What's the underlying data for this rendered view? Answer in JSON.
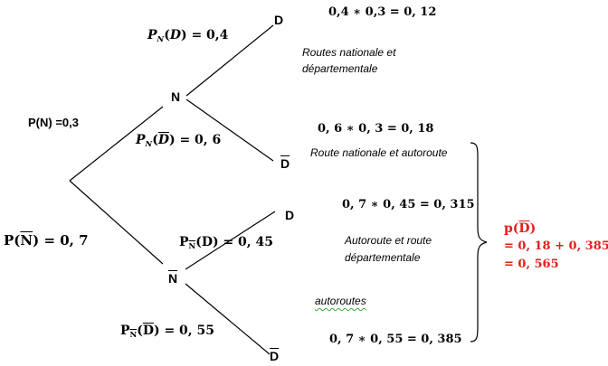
{
  "nodes": {
    "n": "N",
    "nbar": "N",
    "d_top": "D",
    "dbar_upper": "D",
    "d_lower": "D",
    "dbar_bottom": "D"
  },
  "branches": {
    "p_n": "P(N) =0,3",
    "p_nbar": {
      "lhs": "P(N)",
      "rhs": "= 0, 7",
      "event": "N"
    },
    "pn_d": {
      "p": "P",
      "sub": "N",
      "event": "D",
      "rhs": "= 0,4"
    },
    "pn_dbar": {
      "p": "P",
      "sub": "N",
      "event": "D",
      "rhs": "= 0, 6"
    },
    "pnbar_d": {
      "p": "P",
      "sub": "N",
      "event": "D",
      "rhs": "= 0, 45"
    },
    "pnbar_dbar": {
      "p": "P",
      "sub": "N",
      "event": "D",
      "rhs": "= 0, 55"
    }
  },
  "products": {
    "top": "0,4 ∗ 0,3 = 0, 12",
    "upper": "0, 6 ∗  0, 3 = 0, 18",
    "lower": "0, 7  ∗ 0, 45 = 0, 315",
    "bottom": "0, 7 ∗ 0, 55 = 0, 385"
  },
  "annotations": {
    "routes_nd_line1": "Routes nationale et",
    "routes_nd_line2": "départementale",
    "route_na": "Route nationale et autoroute",
    "autoroute_rd_line1": "Autoroute et route",
    "autoroute_rd_line2": "départementale",
    "autoroutes": "autoroutes"
  },
  "result": {
    "line1_p": "p",
    "line1_event": "D",
    "line2": "= 0, 18 + 0, 385",
    "line3": "= 0, 565"
  },
  "colors": {
    "result": "#e0201b",
    "spellcheck_underline": "#3aa83a",
    "lines": "#000000"
  }
}
